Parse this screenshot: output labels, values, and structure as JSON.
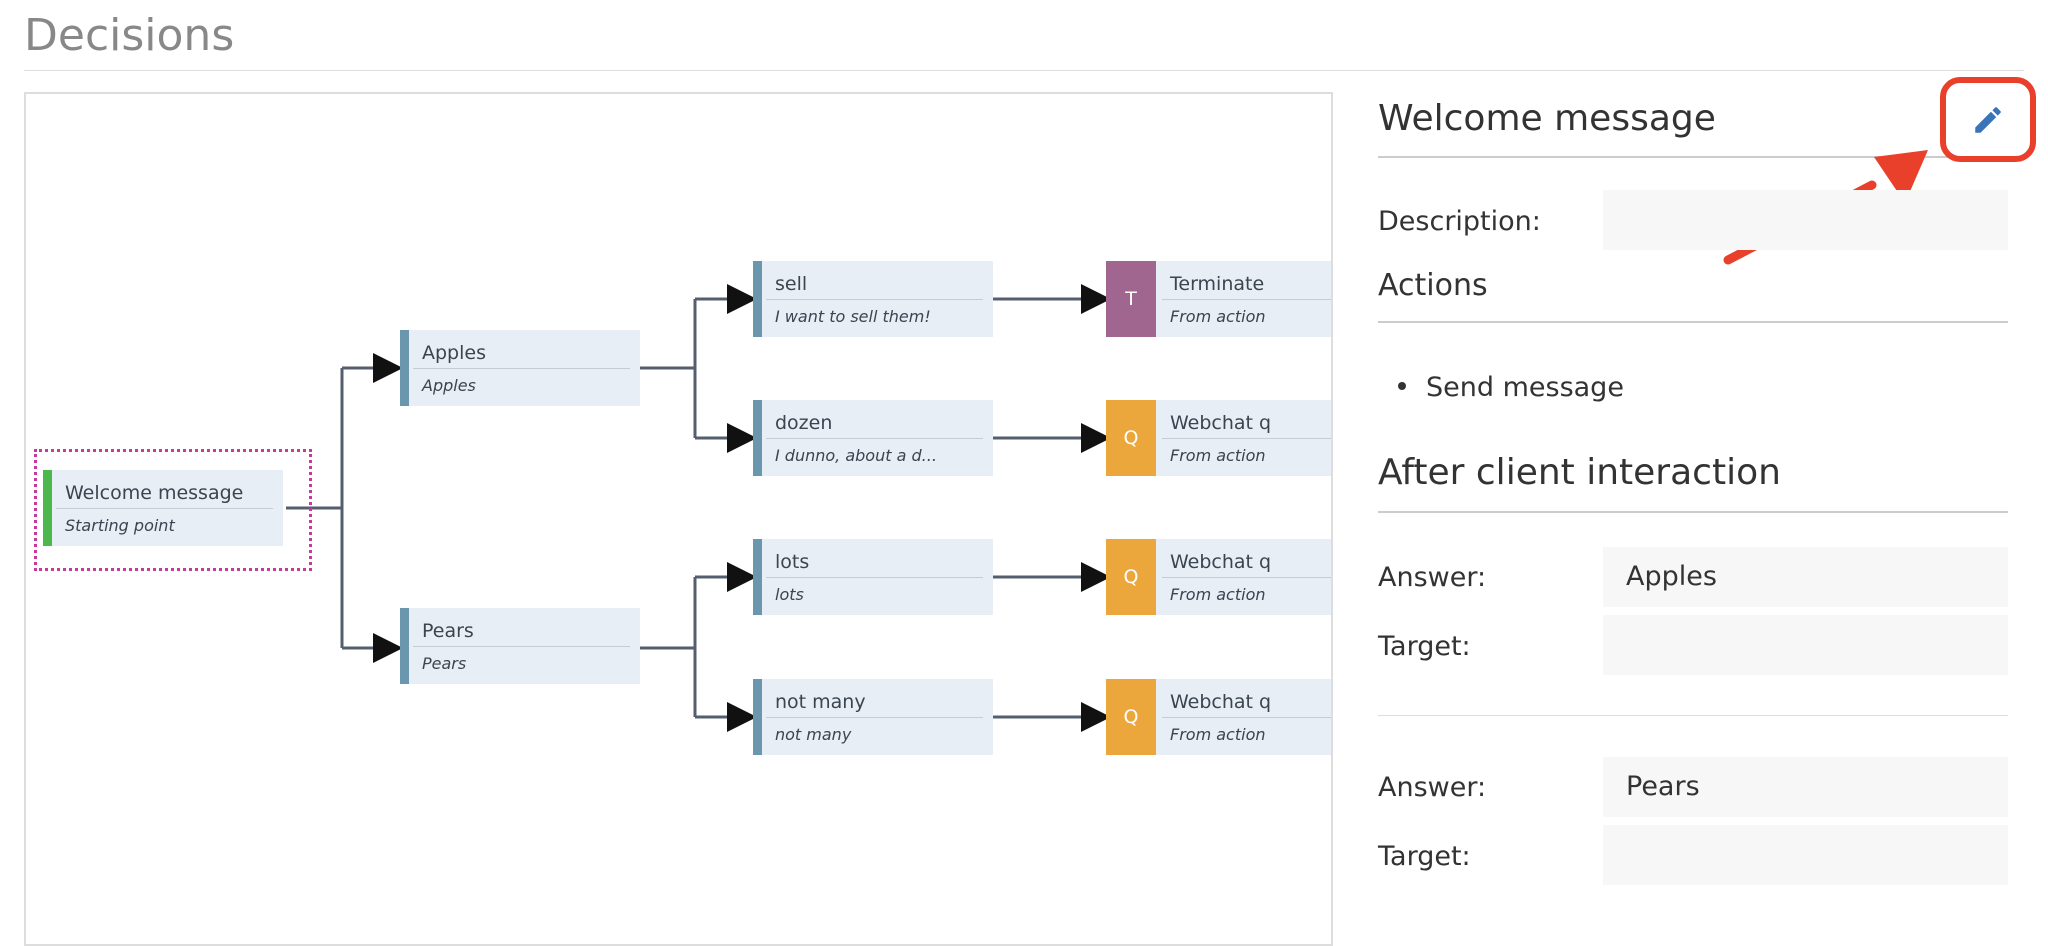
{
  "page": {
    "title": "Decisions"
  },
  "colors": {
    "start": "#4cb84c",
    "node": "#6a97ae",
    "terminate": "#a0668f",
    "queue": "#eba73b",
    "highlight": "#e8402a"
  },
  "flow": {
    "start": {
      "name": "Welcome message",
      "sub": "Starting point"
    },
    "nodes": [
      {
        "name": "Apples",
        "sub": "Apples"
      },
      {
        "name": "Pears",
        "sub": "Pears"
      },
      {
        "name": "sell",
        "sub": "I want to sell them!"
      },
      {
        "name": "dozen",
        "sub": "I dunno, about a d..."
      },
      {
        "name": "lots",
        "sub": "lots"
      },
      {
        "name": "not many",
        "sub": "not many"
      }
    ],
    "targets": [
      {
        "badge": "T",
        "name": "Terminate",
        "sub": "From action",
        "color": "#a0668f"
      },
      {
        "badge": "Q",
        "name": "Webchat q",
        "sub": "From action",
        "color": "#eba73b"
      },
      {
        "badge": "Q",
        "name": "Webchat q",
        "sub": "From action",
        "color": "#eba73b"
      },
      {
        "badge": "Q",
        "name": "Webchat q",
        "sub": "From action",
        "color": "#eba73b"
      }
    ]
  },
  "panel": {
    "title": "Welcome message",
    "edit_icon": "pencil-icon",
    "description_label": "Description:",
    "description_value": "",
    "actions_heading": "Actions",
    "actions": [
      "Send message"
    ],
    "after_heading": "After client interaction",
    "interactions": [
      {
        "answer_label": "Answer:",
        "answer": "Apples",
        "target_label": "Target:",
        "target": ""
      },
      {
        "answer_label": "Answer:",
        "answer": "Pears",
        "target_label": "Target:",
        "target": ""
      }
    ]
  }
}
